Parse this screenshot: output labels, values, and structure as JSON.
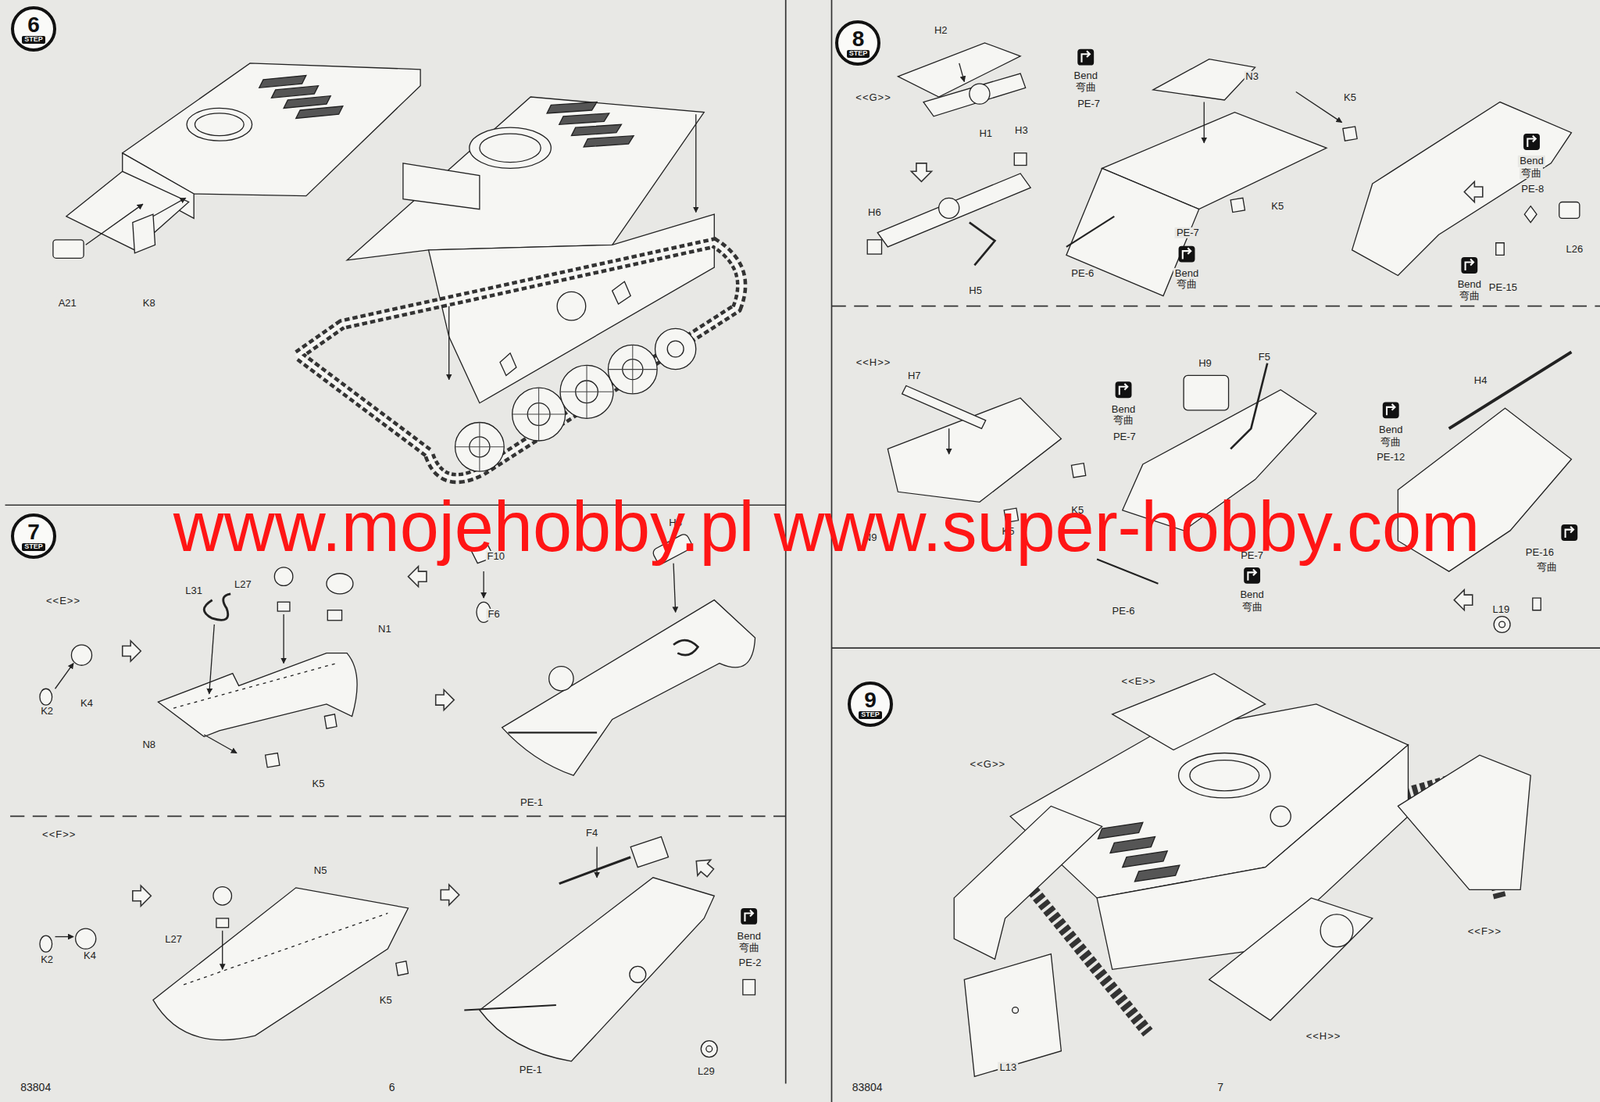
{
  "diagram": {
    "nodes": [
      {
        "text": [
          "6",
          "STEP"
        ]
      },
      {
        "text": [
          "7",
          "STEP"
        ]
      },
      {
        "text": [
          "8",
          "STEP"
        ]
      },
      {
        "text": [
          "9",
          "STEP"
        ]
      }
    ],
    "labels": [
      "A21",
      "K8",
      "<<E>>",
      "L31",
      "L27",
      "N1",
      "K2",
      "K4",
      "N8",
      "K5",
      "F10",
      "F6",
      "H8",
      "PE-1",
      "<<F>>",
      "K2",
      "K4",
      "L27",
      "N5",
      "K5",
      "F4",
      "PE-1",
      "Bend",
      "弯曲",
      "PE-2",
      "L29",
      "H2",
      "<<G>>",
      "H1",
      "H3",
      "H6",
      "H5",
      "Bend",
      "弯曲",
      "PE-7",
      "N3",
      "K5",
      "PE-7",
      "Bend",
      "弯曲",
      "K5",
      "PE-6",
      "Bend",
      "弯曲",
      "PE-8",
      "L26",
      "Bend",
      "弯曲",
      "PE-15",
      "<<H>>",
      "H7",
      "N9",
      "K5",
      "K5",
      "Bend",
      "弯曲",
      "PE-7",
      "H9",
      "F5",
      "PE-7",
      "Bend",
      "弯曲",
      "PE-6",
      "H4",
      "Bend",
      "弯曲",
      "PE-12",
      "PE-16",
      "弯曲",
      "L19",
      "<<E>>",
      "<<G>>",
      "<<F>>",
      "<<H>>",
      "L13",
      "83804",
      "6",
      "83804",
      "7",
      "www.mojehobby.pl www.super-hobby.com"
    ]
  }
}
